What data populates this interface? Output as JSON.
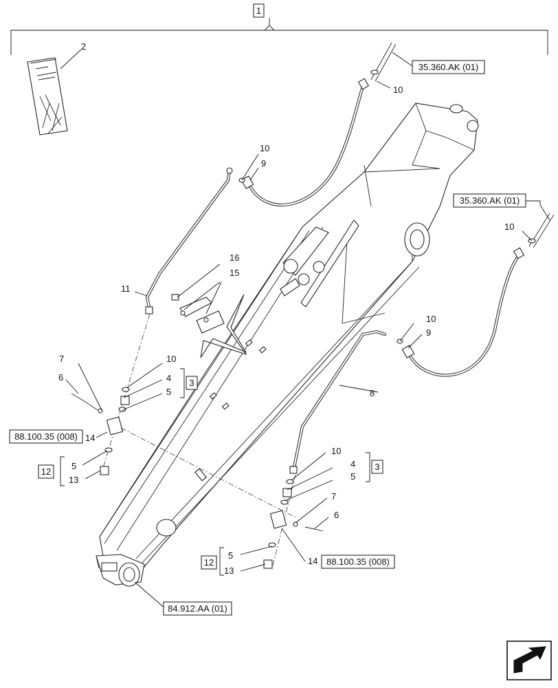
{
  "callouts": {
    "c1": "1",
    "c2": "2",
    "c3a": "3",
    "c3b": "3",
    "c4a": "4",
    "c4b": "4",
    "c5a": "5",
    "c5b": "5",
    "c5c": "5",
    "c5d": "5",
    "c6a": "6",
    "c6b": "6",
    "c7a": "7",
    "c7b": "7",
    "c8": "8",
    "c9a": "9",
    "c9b": "9",
    "c10a": "10",
    "c10b": "10",
    "c10c": "10",
    "c10d": "10",
    "c10e": "10",
    "c10f": "10",
    "c11": "11",
    "c12a": "12",
    "c12b": "12",
    "c13a": "13",
    "c13b": "13",
    "c14a": "14",
    "c14b": "14",
    "c15": "15",
    "c16": "16"
  },
  "refs": {
    "r1": "35.360.AK (01)",
    "r2": "35.360.AK (01)",
    "r3": "88.100.35 (008)",
    "r4": "88.100.35 (008)",
    "r5": "84.912.AA (01)"
  },
  "icons": {
    "manual": "manual-booklet-icon",
    "nav": "return-arrow-icon"
  }
}
